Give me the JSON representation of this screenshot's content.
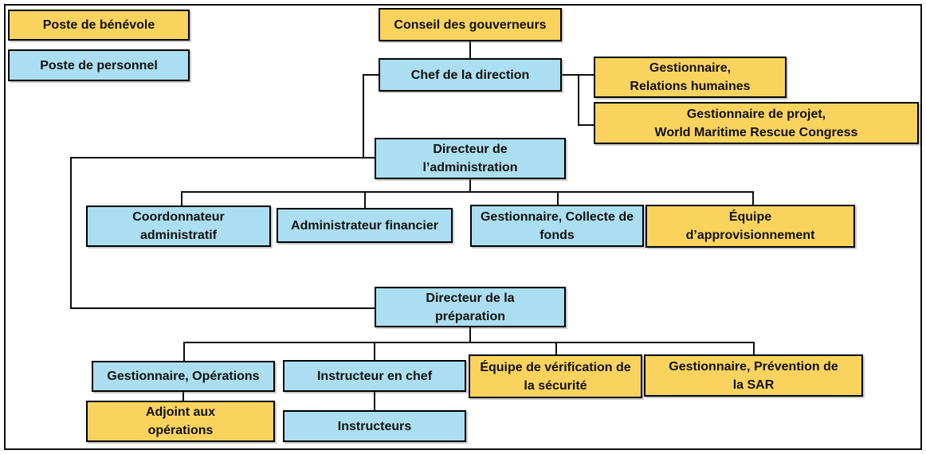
{
  "colors": {
    "volunteer_fill": "#FAD35E",
    "staff_fill": "#ABDEF0",
    "line": "#0d0d0d",
    "background": "#FFFFFF"
  },
  "legend": {
    "volunteer_label": "Poste de bénévole",
    "staff_label": "Poste de personnel"
  },
  "nodes": {
    "conseil": {
      "line1": "Conseil des gouverneurs",
      "line2": "",
      "type": "volunteer"
    },
    "chef": {
      "line1": "Chef de la direction",
      "line2": "",
      "type": "staff"
    },
    "rh": {
      "line1": "Gestionnaire,",
      "line2": "Relations humaines",
      "type": "volunteer"
    },
    "wmrc": {
      "line1": "Gestionnaire de projet,",
      "line2": "World Maritime Rescue Congress",
      "type": "volunteer"
    },
    "dir_admin": {
      "line1": "Directeur de",
      "line2": "l’administration",
      "type": "staff"
    },
    "coord": {
      "line1": "Coordonnateur",
      "line2": "administratif",
      "type": "staff"
    },
    "admin_fin": {
      "line1": "Administrateur financier",
      "line2": "",
      "type": "staff"
    },
    "collecte": {
      "line1": "Gestionnaire, Collecte de",
      "line2": "fonds",
      "type": "staff"
    },
    "approv": {
      "line1": "Équipe",
      "line2": "d’approvisionnement",
      "type": "volunteer"
    },
    "dir_prep": {
      "line1": "Directeur de la",
      "line2": "préparation",
      "type": "staff"
    },
    "ops": {
      "line1": "Gestionnaire, Opérations",
      "line2": "",
      "type": "staff"
    },
    "adjoint": {
      "line1": "Adjoint aux",
      "line2": "opérations",
      "type": "volunteer"
    },
    "instr_chef": {
      "line1": "Instructeur en chef",
      "line2": "",
      "type": "staff"
    },
    "instructeurs": {
      "line1": "Instructeurs",
      "line2": "",
      "type": "staff"
    },
    "verif": {
      "line1": "Équipe de vérification de",
      "line2": "la sécurité",
      "type": "volunteer"
    },
    "prevention": {
      "line1": "Gestionnaire, Prévention de",
      "line2": "la SAR",
      "type": "volunteer"
    }
  },
  "edges": [
    [
      "Conseil des gouverneurs",
      "Chef de la direction"
    ],
    [
      "Chef de la direction",
      "Gestionnaire, Relations humaines"
    ],
    [
      "Chef de la direction",
      "Gestionnaire de projet, World Maritime Rescue Congress"
    ],
    [
      "Chef de la direction",
      "Directeur de l’administration"
    ],
    [
      "Chef de la direction",
      "Directeur de la préparation"
    ],
    [
      "Directeur de l’administration",
      "Coordonnateur administratif"
    ],
    [
      "Directeur de l’administration",
      "Administrateur financier"
    ],
    [
      "Directeur de l’administration",
      "Gestionnaire, Collecte de fonds"
    ],
    [
      "Directeur de l’administration",
      "Équipe d’approvisionnement"
    ],
    [
      "Directeur de la préparation",
      "Gestionnaire, Opérations"
    ],
    [
      "Directeur de la préparation",
      "Instructeur en chef"
    ],
    [
      "Directeur de la préparation",
      "Équipe de vérification de la sécurité"
    ],
    [
      "Directeur de la préparation",
      "Gestionnaire, Prévention de la SAR"
    ],
    [
      "Gestionnaire, Opérations",
      "Adjoint aux opérations"
    ],
    [
      "Instructeur en chef",
      "Instructeurs"
    ]
  ]
}
